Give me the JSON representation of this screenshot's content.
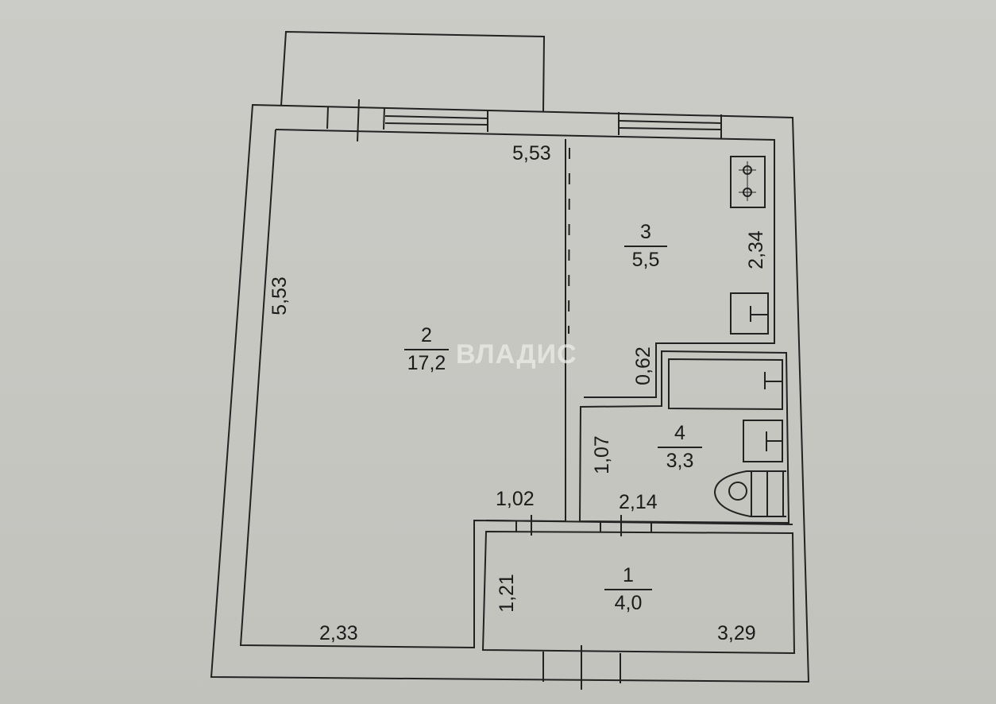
{
  "plan": {
    "watermark": "ВЛАДИС",
    "colors": {
      "paper": "#c9c9c5",
      "line": "#222222",
      "text": "#1b1b1b"
    },
    "rooms": [
      {
        "id": "1",
        "number": "1",
        "area": "4,0"
      },
      {
        "id": "2",
        "number": "2",
        "area": "17,2"
      },
      {
        "id": "3",
        "number": "3",
        "area": "5,5"
      },
      {
        "id": "4",
        "number": "4",
        "area": "3,3"
      }
    ],
    "dimensions": {
      "top_width": "5,53",
      "left_height": "5,53",
      "kitchen_right": "2,34",
      "bath_top_offset": "0,62",
      "bath_height": "1,07",
      "corridor_gap": "1,02",
      "bath_width": "2,14",
      "hall_height": "1,21",
      "living_bottom": "2,33",
      "hall_width": "3,29"
    },
    "fixtures": [
      "stove-icon",
      "sink-icon",
      "bathtub-icon",
      "washbasin-icon",
      "toilet-icon"
    ]
  }
}
